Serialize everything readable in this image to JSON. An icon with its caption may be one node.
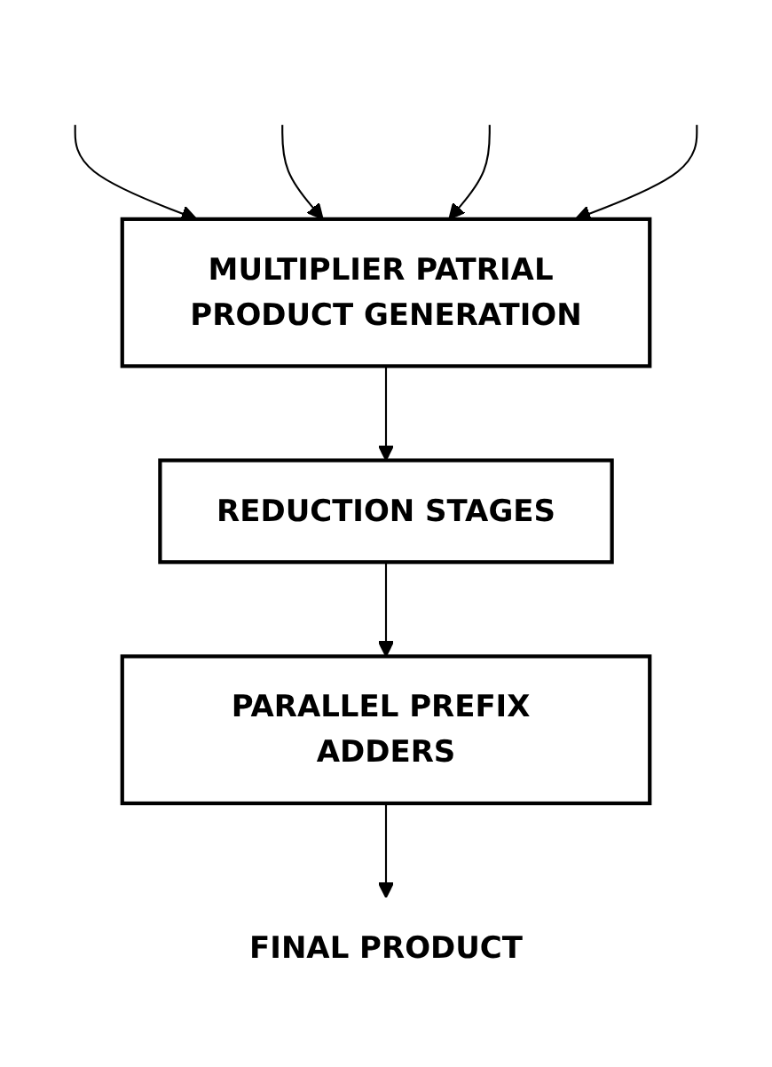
{
  "diagram": {
    "nodes": [
      {
        "text": [
          "MULTIPLIER PATRIAL PRODUCT GENERATION"
        ]
      },
      {
        "text": [
          "REDUCTION STAGES"
        ]
      },
      {
        "text": [
          "PARALLEL PREFIX ADDERS"
        ]
      },
      {
        "text": [
          "FINAL PRODUCT"
        ]
      }
    ],
    "edges": [
      {
        "from": null,
        "to": 0,
        "arrow": "to"
      },
      {
        "from": null,
        "to": 0,
        "arrow": "to"
      },
      {
        "from": null,
        "to": 0,
        "arrow": "to"
      },
      {
        "from": null,
        "to": 0,
        "arrow": "to"
      },
      {
        "from": 0,
        "to": 1,
        "arrow": "to"
      },
      {
        "from": 1,
        "to": 2,
        "arrow": "to"
      },
      {
        "from": 2,
        "to": 3,
        "arrow": "to"
      }
    ]
  }
}
